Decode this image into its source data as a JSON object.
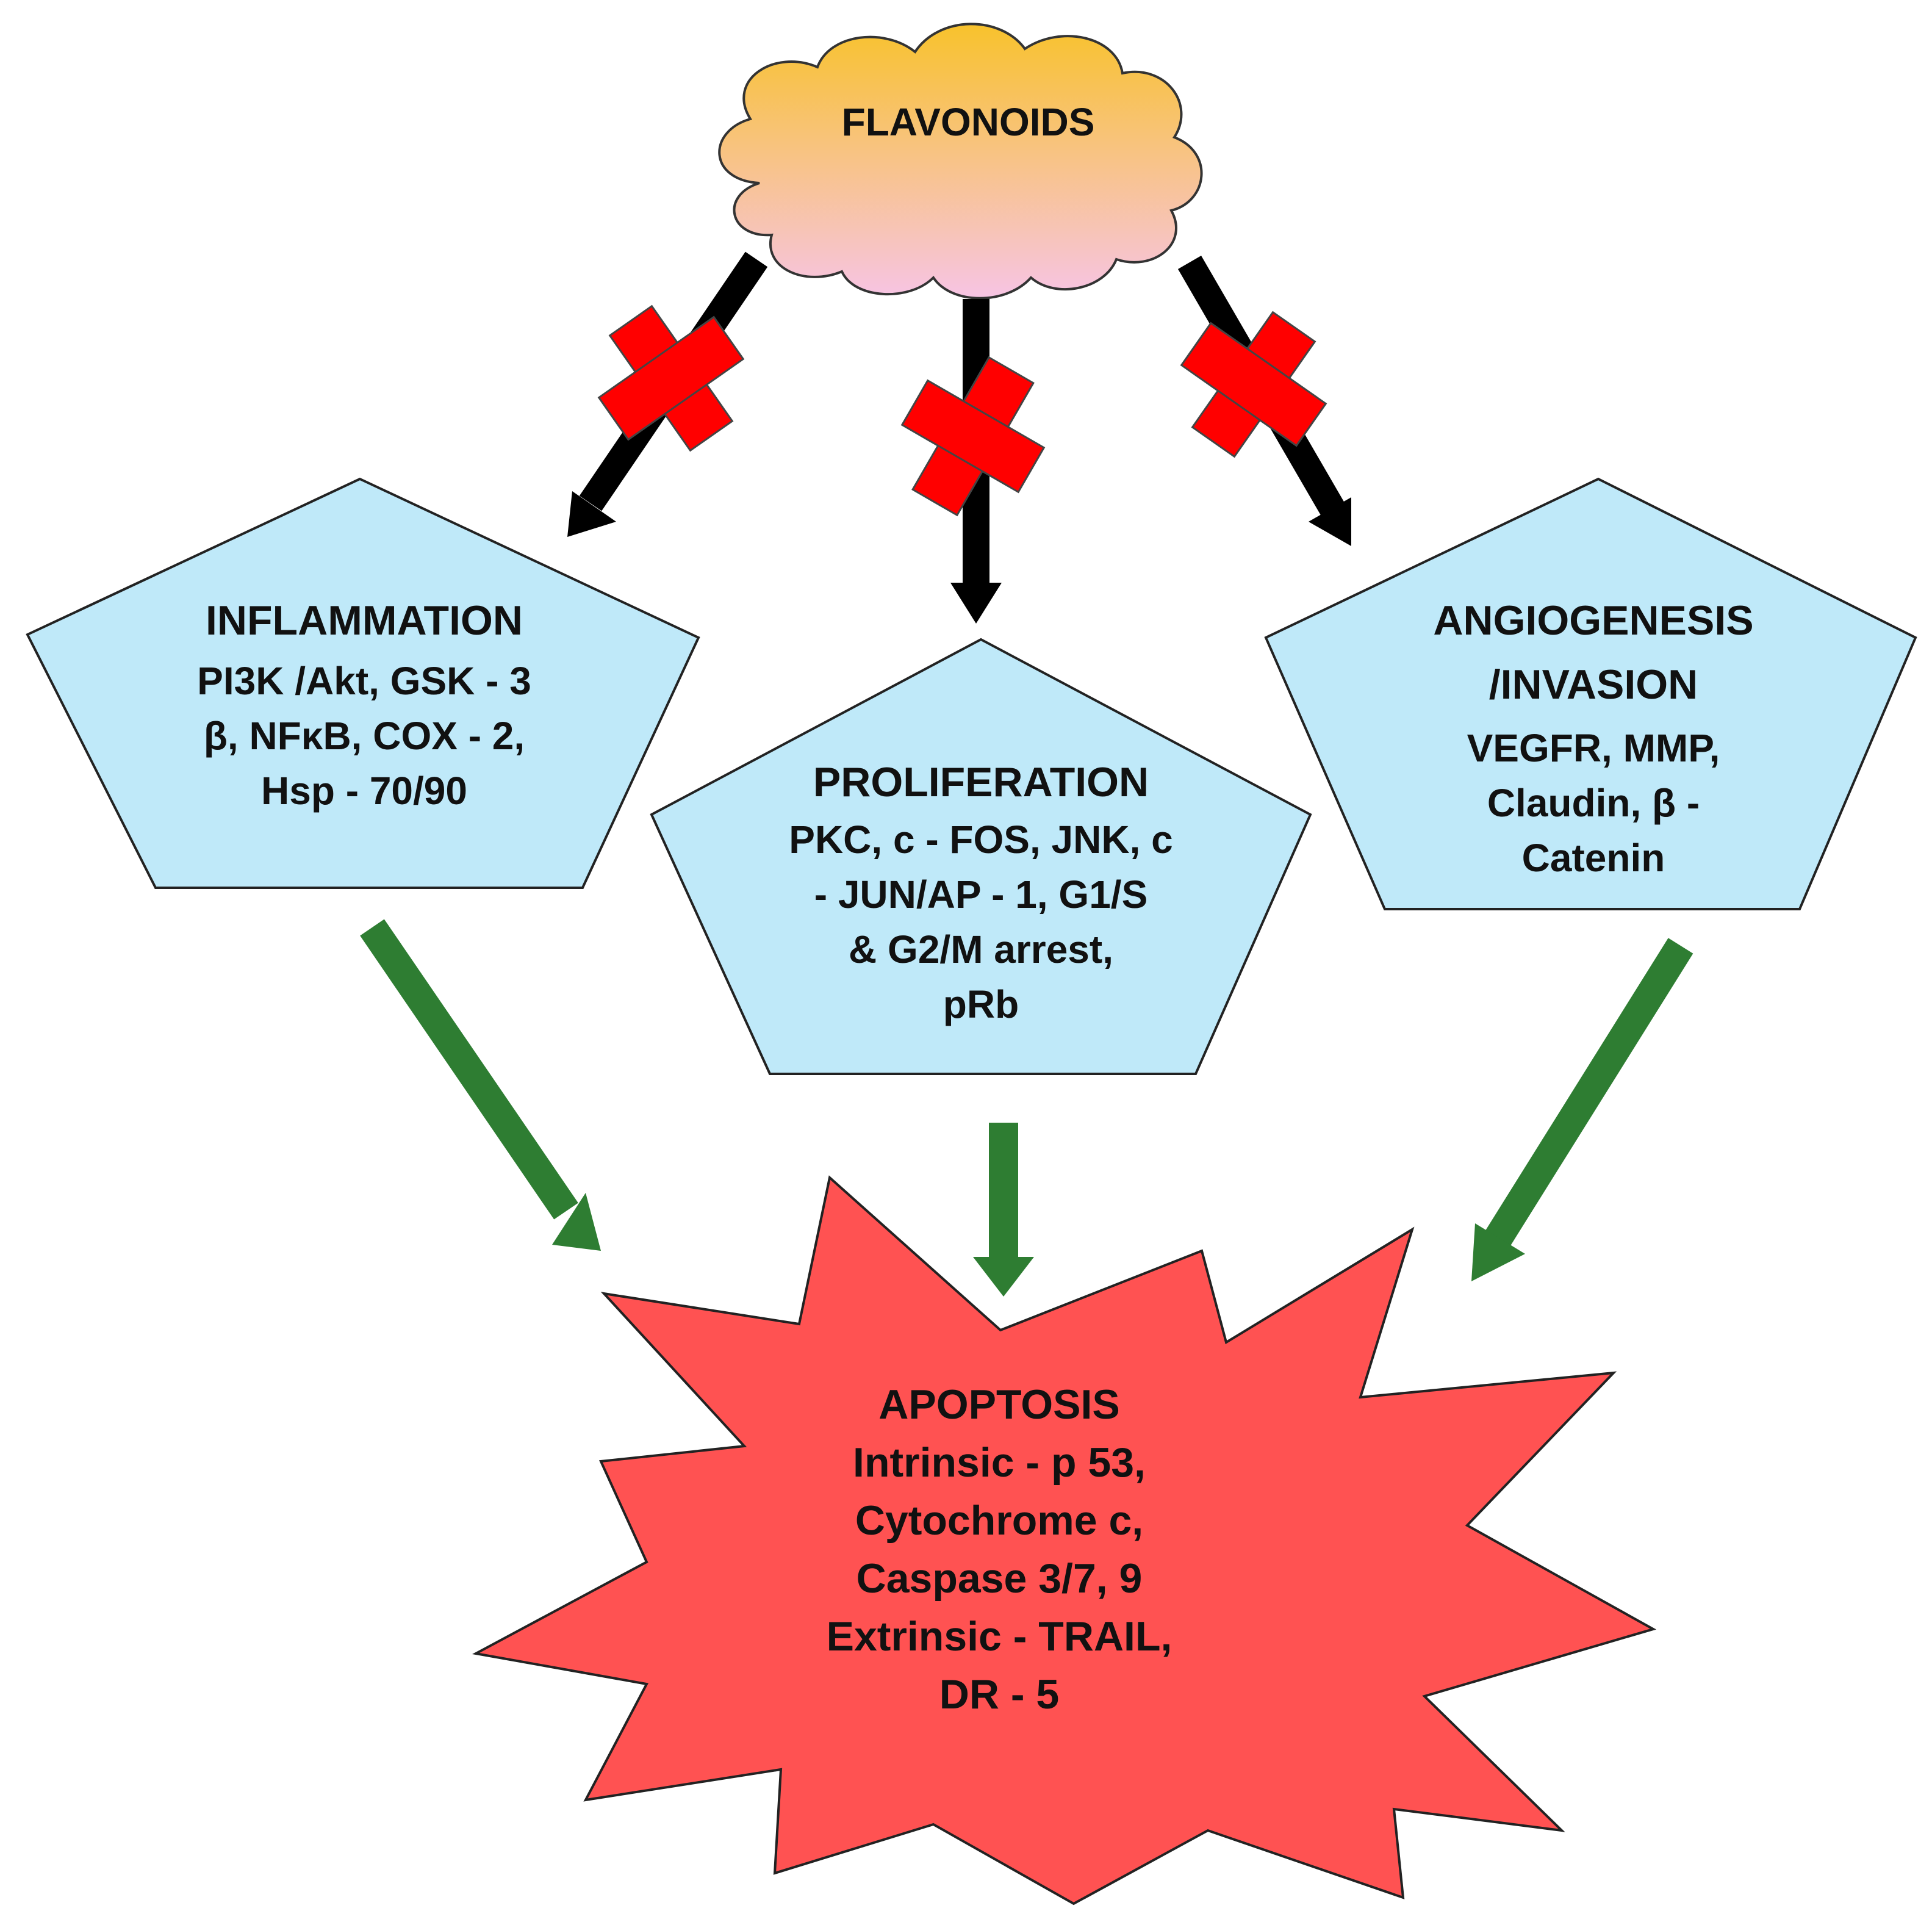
{
  "source": {
    "label": "FLAVONOIDS",
    "icon": "cloud-shape"
  },
  "blocked_pathways": [
    {
      "id": "inflammation",
      "lines": [
        "INFLAMMATION",
        "PI3K /Akt, GSK - 3",
        "β, NFκB, COX - 2,",
        "Hsp - 70/90"
      ]
    },
    {
      "id": "proliferation",
      "lines": [
        "PROLIFERATION",
        "PKC, c - FOS, JNK, c",
        "- JUN/AP - 1, G1/S",
        "& G2/M arrest,",
        "pRb"
      ]
    },
    {
      "id": "angiogenesis",
      "lines": [
        "ANGIOGENESIS",
        "/INVASION",
        "VEGFR, MMP,",
        "Claudin, β -",
        "Catenin"
      ]
    }
  ],
  "outcome": {
    "id": "apoptosis",
    "lines": [
      "APOPTOSIS",
      "Intrinsic  - p 53,",
      "Cytochrome  c,",
      "Caspase  3/7, 9",
      "Extrinsic - TRAIL,",
      "DR - 5"
    ]
  },
  "colors": {
    "cloud_top": "#f8c22c",
    "cloud_bottom": "#f7c4e4",
    "pentagon_fill": "#bfe9f9",
    "burst_fill": "#ff5252",
    "inhibit_arrow": "#000000",
    "inhibit_cross": "#ff0000",
    "result_arrow": "#2e7d32",
    "outline": "#1a1a1a"
  },
  "icons": {
    "inhibit_mark": "red-x-icon",
    "inhibit_arrow": "black-arrow-icon",
    "result_arrow": "green-arrow-icon"
  }
}
